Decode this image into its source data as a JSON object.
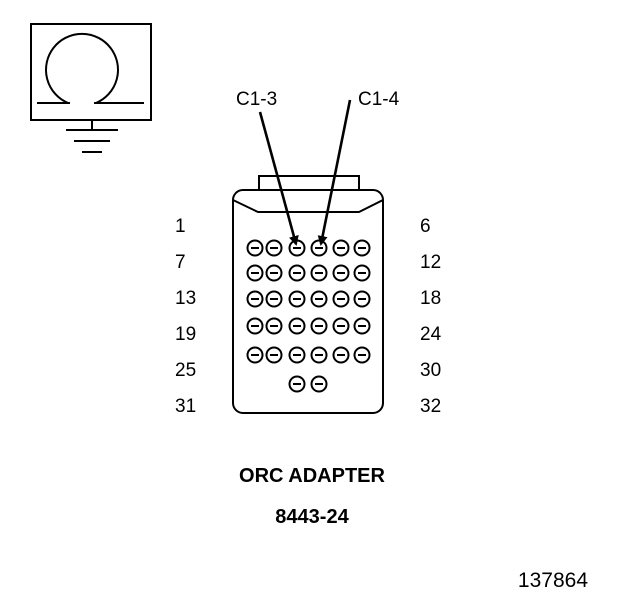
{
  "callouts": {
    "left": "C1-3",
    "right": "C1-4"
  },
  "pin_numbers": {
    "left": [
      "1",
      "7",
      "13",
      "19",
      "25",
      "31"
    ],
    "right": [
      "6",
      "12",
      "18",
      "24",
      "30",
      "32"
    ]
  },
  "adapter": {
    "name": "ORC ADAPTER",
    "part_number": "8443-24"
  },
  "figure_id": "137864",
  "icons": {
    "ground_symbol": "ground-resistance-symbol-icon"
  }
}
